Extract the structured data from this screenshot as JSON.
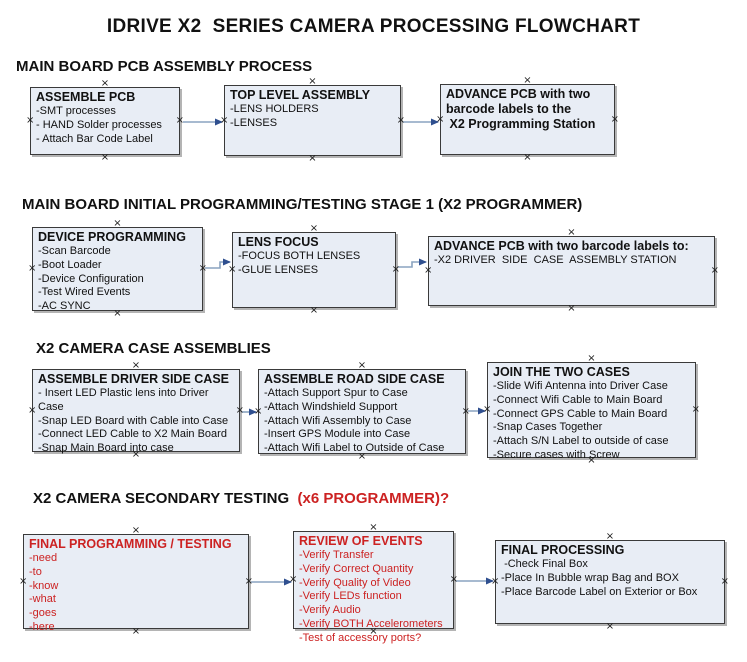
{
  "title": "IDRIVE X2  SERIES CAMERA PROCESSING FLOWCHART",
  "colors": {
    "accent_red": "#cc2222",
    "box_fill": "#e8edf5",
    "box_border": "#3a3a3a",
    "arrow_line": "#8aa3c0",
    "arrow_head": "#2f4f8f"
  },
  "icons": {
    "connection_handle_glyph": "×"
  },
  "sections": [
    {
      "header": "MAIN BOARD PCB ASSEMBLY PROCESS",
      "boxes": [
        {
          "title": "ASSEMBLE PCB",
          "items": [
            "-SMT processes",
            "- HAND Solder processes",
            "- Attach Bar Code Label"
          ]
        },
        {
          "title": "TOP LEVEL ASSEMBLY",
          "items": [
            "-LENS HOLDERS",
            "-LENSES"
          ]
        },
        {
          "title": "ADVANCE PCB with two\nbarcode labels to the\n X2 Programming Station",
          "items": []
        }
      ]
    },
    {
      "header": "MAIN BOARD INITIAL PROGRAMMING/TESTING STAGE 1 (X2 PROGRAMMER)",
      "boxes": [
        {
          "title": "DEVICE PROGRAMMING",
          "items": [
            "-Scan Barcode",
            "-Boot Loader",
            "-Device Configuration",
            "-Test Wired Events",
            "-AC SYNC"
          ]
        },
        {
          "title": "LENS FOCUS",
          "items": [
            "-FOCUS BOTH LENSES",
            "-GLUE LENSES"
          ]
        },
        {
          "title": "ADVANCE PCB with two barcode labels to:",
          "items": [
            "-X2 DRIVER  SIDE  CASE  ASSEMBLY STATION"
          ]
        }
      ]
    },
    {
      "header": "X2 CAMERA CASE ASSEMBLIES",
      "boxes": [
        {
          "title": "ASSEMBLE DRIVER SIDE CASE",
          "items": [
            "- Insert LED Plastic lens into Driver Case",
            "-Snap LED Board with Cable into Case",
            "-Connect LED Cable to X2 Main Board",
            "-Snap Main Board into case"
          ]
        },
        {
          "title": "ASSEMBLE ROAD SIDE CASE",
          "items": [
            "-Attach Support Spur to Case",
            "-Attach Windshield Support",
            "-Attach Wifi Assembly to Case",
            "-Insert GPS Module into Case",
            "-Attach Wifi Label to Outside of Case"
          ]
        },
        {
          "title": "JOIN THE TWO CASES",
          "items": [
            "-Slide Wifi Antenna into Driver Case",
            "-Connect Wifi Cable to Main Board",
            "-Connect GPS Cable to Main Board",
            "-Snap Cases Together",
            "-Attach S/N Label to outside of case",
            "-Secure cases with Screw"
          ]
        }
      ]
    },
    {
      "header": "X2 CAMERA SECONDARY TESTING ",
      "header_red": " (x6 PROGRAMMER)?",
      "boxes": [
        {
          "title": "FINAL PROGRAMMING / TESTING",
          "items": [
            "-need",
            "-to",
            "-know",
            "-what",
            "-goes",
            "-here"
          ]
        },
        {
          "title": "REVIEW OF EVENTS",
          "items": [
            "-Verify Transfer",
            "-Verify Correct Quantity",
            "-Verify Quality of Video",
            "-Verify LEDs function",
            "-Verify Audio",
            "-Verify BOTH Accelerometers",
            "-Test of accessory ports?"
          ]
        },
        {
          "title": "FINAL PROCESSING",
          "items": [
            " -Check Final Box",
            "-Place In Bubble wrap Bag and BOX",
            "-Place Barcode Label on Exterior or Box"
          ]
        }
      ]
    }
  ]
}
